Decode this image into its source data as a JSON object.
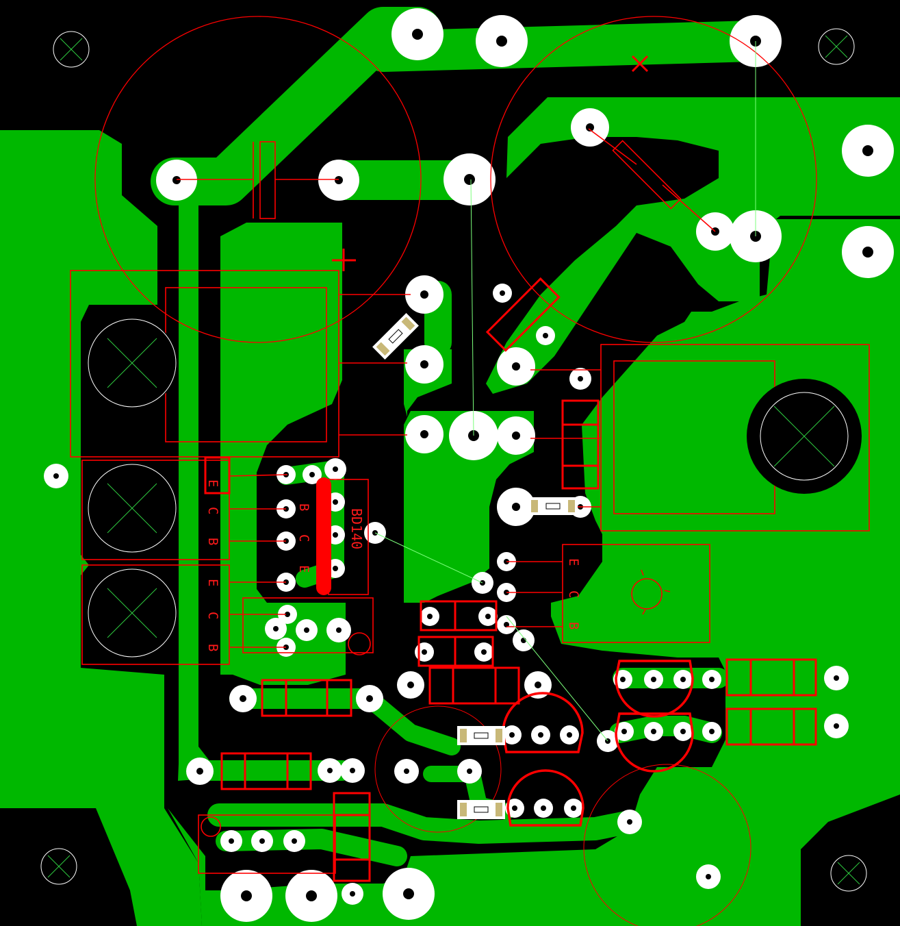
{
  "colors": {
    "background": "#000000",
    "copper": "#00b800",
    "pad": "#ffffff",
    "drill": "#000000",
    "silkscreen": "#ff0000",
    "ratsnest": "#7cff7c",
    "mounting_hole": "#ffffff"
  },
  "labels": {
    "bd140": "BD140",
    "q_left_top": [
      "E",
      "C",
      "B"
    ],
    "q_left_bottom": [
      "E",
      "C",
      "B"
    ],
    "q_mid": [
      "B",
      "C",
      "E"
    ],
    "q_right": [
      "E",
      "C",
      "B"
    ],
    "plus": "+"
  }
}
